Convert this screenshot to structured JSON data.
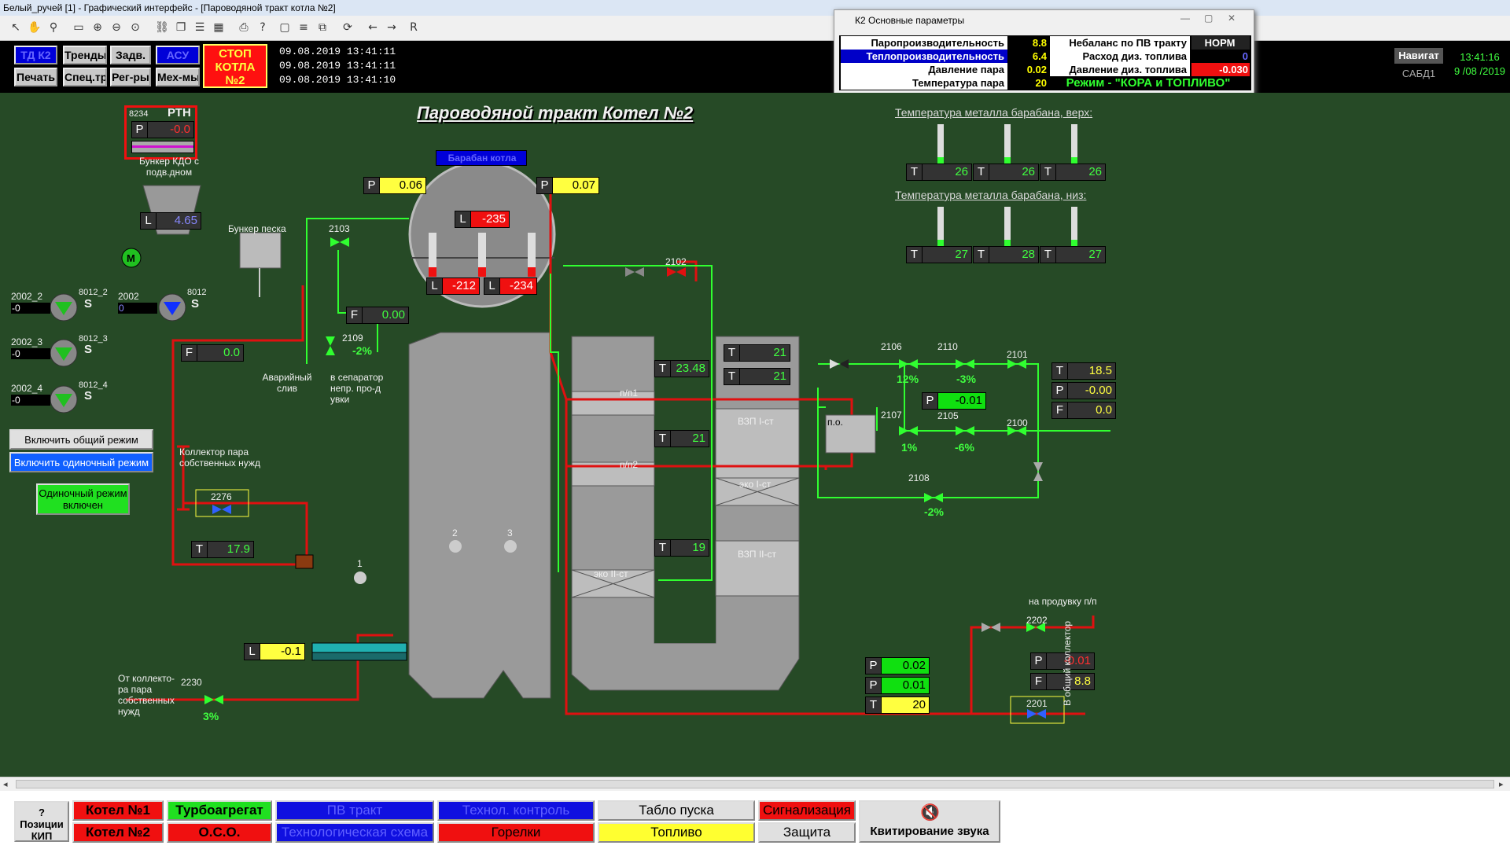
{
  "window": {
    "title": "Белый_ручей [1] - Графический интерфейс - [Пароводяной тракт котла №2]"
  },
  "toolbar": {
    "r_label": "R"
  },
  "nav": {
    "td_k2": "ТД К2",
    "trends": "Тренды",
    "zadv": "Задв.",
    "asu": "АСУ",
    "print": "Печать",
    "spec": "Спец.тр",
    "regr": "Рег-ры",
    "mech": "Мех-мы",
    "stop_l1": "СТОП",
    "stop_l2": "КОТЛА",
    "stop_l3": "№2"
  },
  "log": [
    "09.08.2019 13:41:11",
    "09.08.2019 13:41:11",
    "09.08.2019 13:41:10"
  ],
  "topright": {
    "nav": "Навигат",
    "sabd": "САБД1",
    "time": "13:41:16",
    "date": "9 /08 /2019"
  },
  "k2": {
    "title": "К2 Основные параметры",
    "rows": [
      {
        "label": "Паропроизводительность",
        "value": "8.8"
      },
      {
        "label": "Теплопроизводительность",
        "value": "6.4"
      },
      {
        "label": "Давление пара",
        "value": "0.02"
      },
      {
        "label": "Температура пара",
        "value": "20"
      }
    ],
    "right": [
      {
        "label": "Небаланс по ПВ тракту",
        "value": "НОРМ"
      },
      {
        "label": "Расход диз. топлива",
        "value": "0"
      },
      {
        "label": "Давление диз. топлива",
        "value": "-0.030"
      }
    ],
    "mode": "Режим - \"КОРА и ТОПЛИВО\""
  },
  "main": {
    "title": "Пароводяной тракт Котел №2",
    "rtn": {
      "num": "8234",
      "name": "РТН",
      "key": "P",
      "value": "-0.0"
    },
    "drum_label": "Барабан котла",
    "p_left": "0.06",
    "p_right": "0.07",
    "l_top": "-235",
    "l_left": "-212",
    "l_right": "-234",
    "kdo": {
      "title": "Бункер КДО с подв.дном",
      "value": "4.65"
    },
    "sand": "Бункер песка",
    "f_left": "0.0",
    "f_sep": "0.00",
    "v2103": "2103",
    "v2109": "2109",
    "p2109": "-2%",
    "avar": "Аварийный слив",
    "separ": "в сепаратор непр. про-д увки",
    "motors": [
      {
        "id": "2002_2",
        "aux": "8012_2",
        "val": "-0"
      },
      {
        "id": "2002_3",
        "aux": "8012_3",
        "val": "-0"
      },
      {
        "id": "2002_4",
        "aux": "8012_4",
        "val": "-0"
      },
      {
        "id": "2002",
        "aux": "8012",
        "val": "0"
      }
    ],
    "btn_common": "Включить общий режим",
    "btn_single": "Включить одиночный режим",
    "single_on": "Одиночный режим включен",
    "collector": "Коллектор пара собственных нужд",
    "v2276": "2276",
    "t_coll": "17.9",
    "l_bottom": "-0.1",
    "from_coll": "От коллекто- ра пара собственных нужд",
    "v2230": "2230",
    "p2230": "3%",
    "pp1": "п/п1",
    "pp2": "п/п2",
    "eko1": "эко I-ст",
    "eko2": "эко II-ст",
    "vzp1": "ВЗП I-ст",
    "vzp2": "ВЗП II-ст",
    "po": "п.о.",
    "t_2348": "23.48",
    "t_21a": "21",
    "t_19": "19",
    "t_21b": "21",
    "t_21c": "21",
    "circles": [
      "1",
      "2",
      "3"
    ],
    "v2102": "2102",
    "v2106": "2106",
    "p2106": "12%",
    "v2110": "2110",
    "p2110": "-3%",
    "v2101": "2101",
    "v2107": "2107",
    "p2107": "1%",
    "v2105": "2105",
    "p2105": "-6%",
    "v2100": "2100",
    "v2108": "2108",
    "p2108": "-2%",
    "p_mid": "-0.01",
    "right_t": "18.5",
    "right_p": "-0.00",
    "right_f": "0.0",
    "metal_top": "Температура металла барабана, верх:",
    "metal_bot": "Температура металла барабана, низ:",
    "mt_top": [
      "26",
      "26",
      "26"
    ],
    "mt_bot": [
      "27",
      "28",
      "27"
    ],
    "prod": "на продувку п/п",
    "v2202": "2202",
    "v2201": "2201",
    "p_br1": "-0.01",
    "f_br": "8.8",
    "to_coll": "В общий коллектор",
    "p_bl1": "0.02",
    "p_bl2": "0.01",
    "t_bl": "20"
  },
  "bottom": {
    "pos": "? Позиции КИП",
    "k1": "Котел №1",
    "k2": "Котел №2",
    "turbo": "Турбоагрегат",
    "oso": "О.С.О.",
    "pv": "ПВ тракт",
    "tech": "Технологическая схема",
    "tk": "Технол. контроль",
    "bur": "Горелки",
    "tablo": "Табло пуска",
    "fuel": "Топливо",
    "sig": "Сигнализация",
    "prot": "Защита",
    "ack": "Квитирование звука"
  },
  "colors": {
    "bg": "#264a26",
    "steam": "#e01010",
    "water": "#30ff30"
  }
}
